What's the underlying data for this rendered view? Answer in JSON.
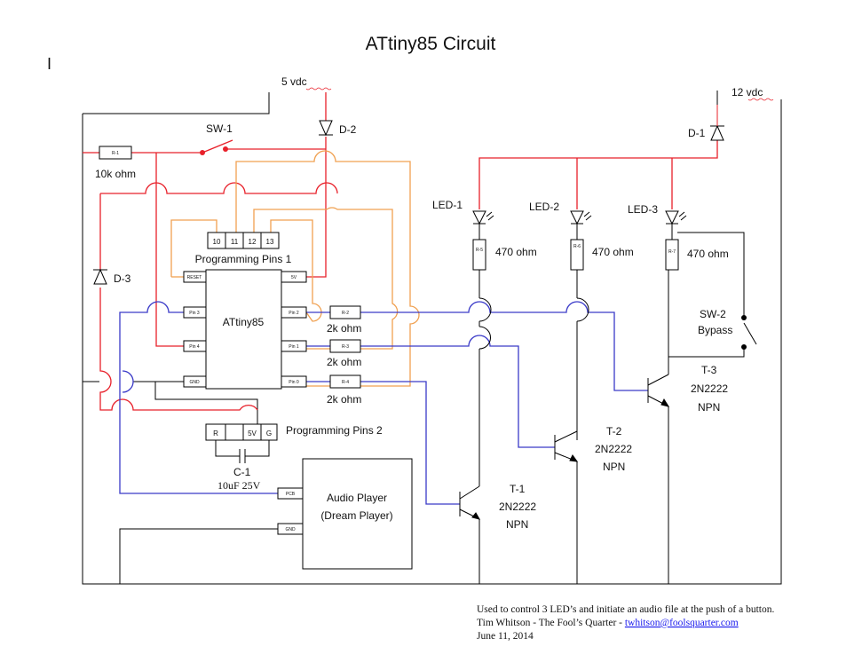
{
  "title": "ATtiny85 Circuit",
  "cursor_mark": "I",
  "power": {
    "v5": "5 vdc",
    "v12": "12 vdc"
  },
  "diodes": {
    "d1": "D-1",
    "d2": "D-2",
    "d3": "D-3"
  },
  "switches": {
    "sw1": "SW-1",
    "sw2_a": "SW-2",
    "sw2_b": "Bypass"
  },
  "resistors": {
    "r1": {
      "tag": "R-1",
      "value": "10k ohm"
    },
    "r2": {
      "tag": "R-2",
      "value": "2k ohm"
    },
    "r3": {
      "tag": "R-3",
      "value": "2k ohm"
    },
    "r4": {
      "tag": "R-4",
      "value": "2k ohm"
    },
    "r5": {
      "tag": "R-5",
      "value": "470 ohm"
    },
    "r6": {
      "tag": "R-6",
      "value": "470 ohm"
    },
    "r7": {
      "tag": "R-7",
      "value": "470 ohm"
    }
  },
  "leds": {
    "led1": "LED-1",
    "led2": "LED-2",
    "led3": "LED-3"
  },
  "prog_pins_1": {
    "label": "Programming Pins 1",
    "pins": [
      "10",
      "11",
      "12",
      "13"
    ]
  },
  "prog_pins_2": {
    "label": "Programming Pins 2",
    "pins": [
      "R",
      "",
      "5V",
      "G"
    ]
  },
  "chip": {
    "name": "ATtiny85",
    "left_pins": [
      "RESET",
      "Pin 3",
      "Pin 4",
      "GND"
    ],
    "right_pins": [
      "5V",
      "Pin 2",
      "Pin 1",
      "Pin 0"
    ]
  },
  "capacitor": {
    "tag": "C-1",
    "value": "10uF 25V"
  },
  "transistors": {
    "t1": {
      "tag": "T-1",
      "part": "2N2222",
      "type": "NPN"
    },
    "t2": {
      "tag": "T-2",
      "part": "2N2222",
      "type": "NPN"
    },
    "t3": {
      "tag": "T-3",
      "part": "2N2222",
      "type": "NPN"
    }
  },
  "audio": {
    "line1": "Audio Player",
    "line2": "(Dream Player)",
    "pin_top": "PCB",
    "pin_bottom": "GND"
  },
  "footer": {
    "line1": "Used to control 3 LED’s and initiate an audio file at the push of a button.",
    "line2_prefix": "Tim Whitson - The Fool’s Quarter - ",
    "email": "twhitson@foolsquarter.com",
    "line3": "June 11, 2014"
  },
  "colors": {
    "power": "#e8202a",
    "signal": "#3a3ac8",
    "program": "#f0a050",
    "ground": "#000000"
  }
}
